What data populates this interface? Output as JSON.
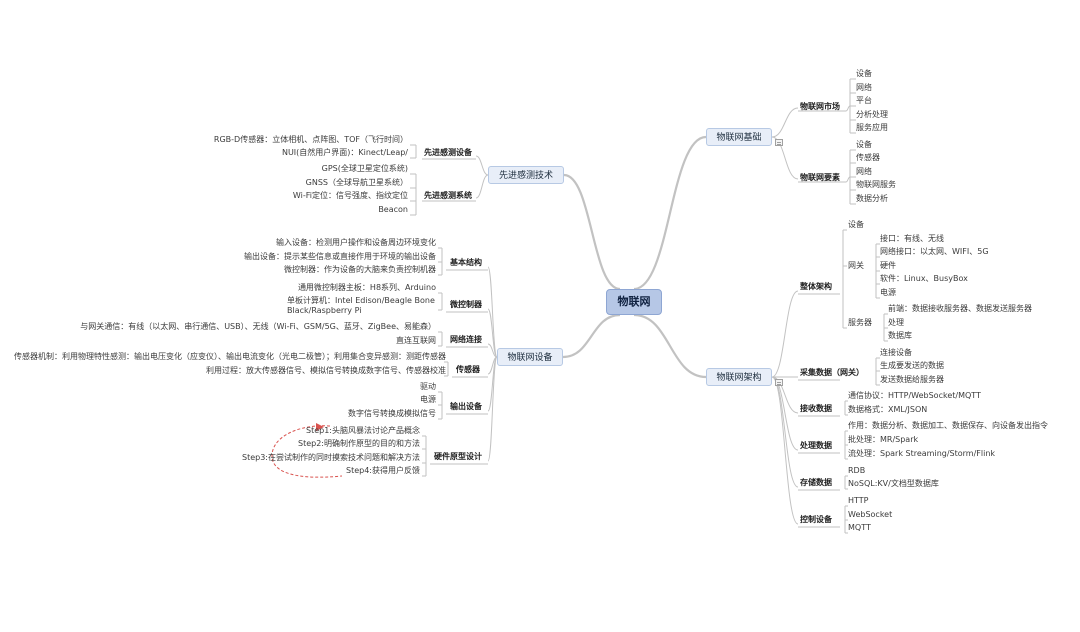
{
  "root": "物联网",
  "foundation": {
    "label": "物联网基础",
    "market": {
      "label": "物联网市场",
      "items": [
        "设备",
        "网络",
        "平台",
        "分析处理",
        "服务应用"
      ]
    },
    "elements": {
      "label": "物联网要素",
      "items": [
        "设备",
        "传感器",
        "网络",
        "物联网服务",
        "数据分析"
      ]
    }
  },
  "architecture": {
    "label": "物联网架构",
    "overall": {
      "label": "整体架构",
      "device": "设备",
      "gateway": {
        "label": "网关",
        "items": [
          "接口：有线、无线",
          "网络接口：以太网、WIFI、5G",
          "硬件",
          "软件：Linux、BusyBox",
          "电源"
        ]
      },
      "server": {
        "label": "服务器",
        "items": [
          "前端：数据接收服务器、数据发送服务器",
          "处理",
          "数据库"
        ]
      }
    },
    "collect": {
      "label": "采集数据（网关）",
      "items": [
        "连接设备",
        "生成要发送的数据",
        "发送数据给服务器"
      ]
    },
    "receive": {
      "label": "接收数据",
      "items": [
        "通信协议：HTTP/WebSocket/MQTT",
        "数据格式：XML/JSON"
      ]
    },
    "process": {
      "label": "处理数据",
      "items": [
        "作用：数据分析、数据加工、数据保存、向设备发出指令",
        "批处理：MR/Spark",
        "流处理：Spark Streaming/Storm/Flink"
      ]
    },
    "store": {
      "label": "存储数据",
      "items": [
        "RDB",
        "NoSQL:KV/文档型数据库"
      ]
    },
    "control": {
      "label": "控制设备",
      "items": [
        "HTTP",
        "WebSocket",
        "MQTT"
      ]
    }
  },
  "advanced": {
    "label": "先进感测技术",
    "devices": {
      "label": "先进感测设备",
      "items": [
        "RGB-D传感器：立体相机、点阵图、TOF（飞行时间）",
        "NUI(自然用户界面)：Kinect/Leap/"
      ]
    },
    "systems": {
      "label": "先进感测系统",
      "items": [
        "GPS(全球卫星定位系统)",
        "GNSS（全球导航卫星系统）",
        "Wi-Fi定位：信号强度、指纹定位",
        "Beacon"
      ]
    }
  },
  "iotdevice": {
    "label": "物联网设备",
    "basic": {
      "label": "基本结构",
      "items": [
        "输入设备：检测用户操作和设备周边环境变化",
        "输出设备：提示某些信息或直接作用于环境的输出设备",
        "微控制器：作为设备的大脑来负责控制机器"
      ]
    },
    "mcu": {
      "label": "微控制器",
      "items": [
        "通用微控制器主板：H8系列、Arduino",
        "单板计算机：Intel Edison/Beagle Bone Black/Raspberry Pi"
      ]
    },
    "network": {
      "label": "网络连接",
      "items": [
        "与网关通信：有线（以太网、串行通信、USB）、无线（Wi-Fi、GSM/5G、蓝牙、ZigBee、易能森）",
        "直连互联网"
      ]
    },
    "sensor": {
      "label": "传感器",
      "items": [
        "传感器机制：利用物理特性感测：输出电压变化（应变仪）、输出电流变化（光电二极管）；利用集合变异感测：测距传感器",
        "利用过程：放大传感器信号、模拟信号转换成数字信号、传感器校准"
      ]
    },
    "output": {
      "label": "输出设备",
      "items": [
        "驱动",
        "电源",
        "数字信号转换成模拟信号"
      ]
    },
    "prototype": {
      "label": "硬件原型设计",
      "items": [
        "Step1:头脑风暴法讨论产品概念",
        "Step2:明确制作原型的目的和方法",
        "Step3:在尝试制作的同时摸索技术问题和解决方法",
        "Step4:获得用户反馈"
      ]
    }
  },
  "colors": {
    "line": "#c2c2c2",
    "box_fill": "#e8eef8",
    "root_fill": "#b6c7e6",
    "arrow": "#d9534f"
  }
}
